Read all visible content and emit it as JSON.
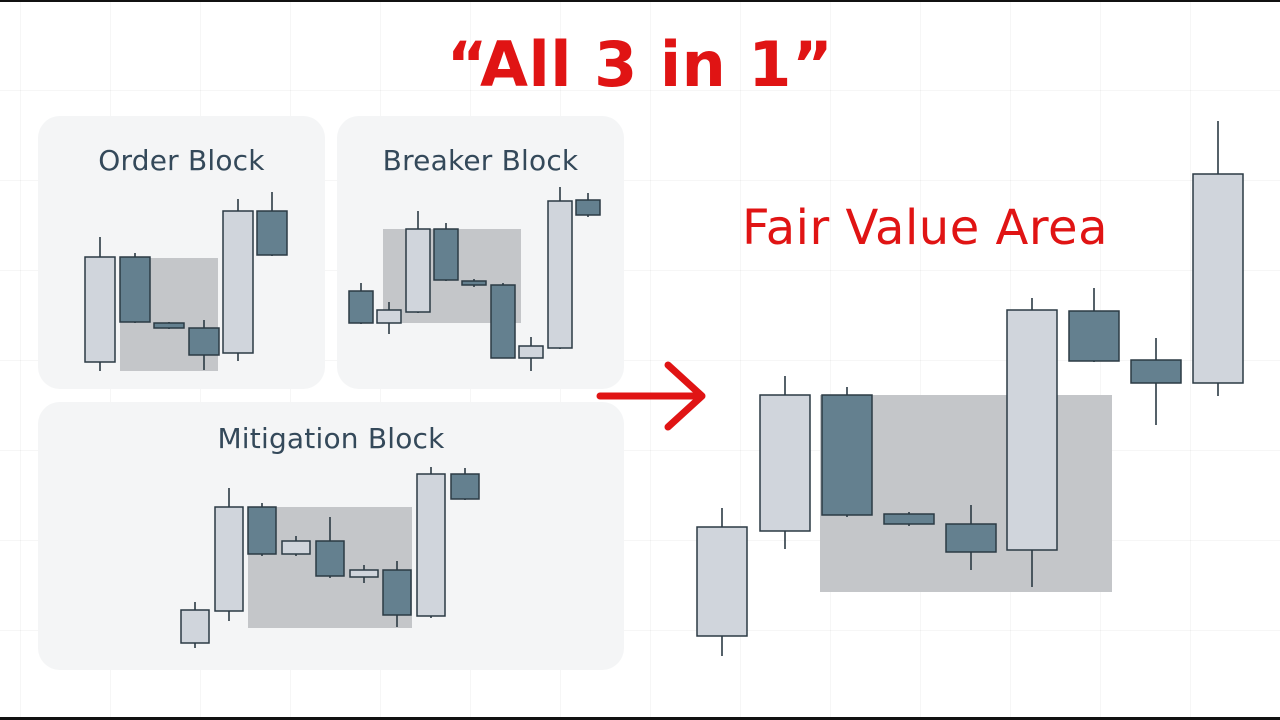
{
  "headline": "“All 3 in 1”",
  "panels": {
    "order_block": {
      "title": "Order Block"
    },
    "breaker_block": {
      "title": "Breaker Block"
    },
    "mitigation_block": {
      "title": "Mitigation Block"
    }
  },
  "result": {
    "label": "Fair Value Area"
  },
  "colors": {
    "headline": "#e01414",
    "arrow": "#e01414",
    "bull_candle": "#d0d5dc",
    "bear_candle": "#64808f",
    "candle_outline": "#2b3a44",
    "zone": "#c4c6c9",
    "panel_bg": "#f4f5f6",
    "panel_title": "#34495a"
  },
  "icons": {
    "arrow": "right-arrow-icon"
  }
}
